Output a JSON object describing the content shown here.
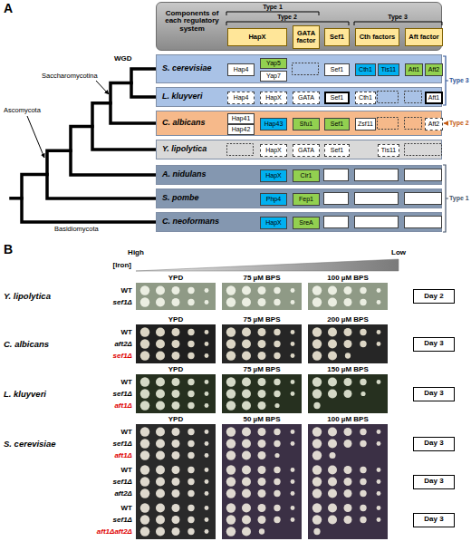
{
  "diagram": {
    "nodes": [
      {
        "text": [
          "Components of each regulatory system"
        ]
      },
      {
        "text": [
          "HapX"
        ],
        "in": 0
      },
      {
        "text": [
          "GATA factor"
        ],
        "in": 0
      },
      {
        "text": [
          "Sef1"
        ],
        "in": 0
      },
      {
        "text": [
          "Cth factors"
        ],
        "in": 0
      },
      {
        "text": [
          "Aft factor"
        ],
        "in": 0
      },
      {
        "text": [
          "S. cerevisiae"
        ]
      },
      {
        "text": [
          "Hap4"
        ],
        "in": 6
      },
      {
        "text": [
          "Yap5"
        ],
        "in": 6
      },
      {
        "text": [
          "Yap7"
        ],
        "in": 6
      },
      {
        "text": [
          "Sef1"
        ],
        "in": 6
      },
      {
        "text": [
          "Cth1"
        ],
        "in": 6
      },
      {
        "text": [
          "Tis11"
        ],
        "in": 6
      },
      {
        "text": [
          "Aft1"
        ],
        "in": 6
      },
      {
        "text": [
          "Aft2"
        ],
        "in": 6
      },
      {
        "text": [
          "L. kluyveri"
        ]
      },
      {
        "text": [
          "Hap4"
        ],
        "in": 15
      },
      {
        "text": [
          "HapX"
        ],
        "in": 15
      },
      {
        "text": [
          "GATA"
        ],
        "in": 15
      },
      {
        "text": [
          "Sef1"
        ],
        "in": 15
      },
      {
        "text": [
          "Cth1"
        ],
        "in": 15
      },
      {
        "text": [
          "Aft1"
        ],
        "in": 15
      },
      {
        "text": [
          "C. albicans"
        ]
      },
      {
        "text": [
          "Hap41"
        ],
        "in": 22
      },
      {
        "text": [
          "Hap42"
        ],
        "in": 22
      },
      {
        "text": [
          "Hap43"
        ],
        "in": 22
      },
      {
        "text": [
          "Sfu1"
        ],
        "in": 22
      },
      {
        "text": [
          "Sef1"
        ],
        "in": 22
      },
      {
        "text": [
          "Zsf11"
        ],
        "in": 22
      },
      {
        "text": [
          "Aft2"
        ],
        "in": 22
      },
      {
        "text": [
          "Y. lipolytica"
        ]
      },
      {
        "text": [
          "HapX"
        ],
        "in": 30
      },
      {
        "text": [
          "GATA"
        ],
        "in": 30
      },
      {
        "text": [
          "Sef1"
        ],
        "in": 30
      },
      {
        "text": [
          "Tis11"
        ],
        "in": 30
      },
      {
        "text": [
          "A. nidulans"
        ]
      },
      {
        "text": [
          "HapX"
        ],
        "in": 35
      },
      {
        "text": [
          "Cir1"
        ],
        "in": 35
      },
      {
        "text": [
          "S. pombe"
        ]
      },
      {
        "text": [
          "Php4"
        ],
        "in": 38
      },
      {
        "text": [
          "Fep1"
        ],
        "in": 38
      },
      {
        "text": [
          "C. neoformans"
        ]
      },
      {
        "text": [
          "HapX"
        ],
        "in": 41
      },
      {
        "text": [
          "SreA"
        ],
        "in": 41
      },
      {
        "text": [
          "Day 2"
        ]
      },
      {
        "text": [
          "Day 3"
        ]
      },
      {
        "text": [
          "Day 3"
        ]
      },
      {
        "text": [
          "Day 3"
        ]
      },
      {
        "text": [
          "Day 3"
        ]
      },
      {
        "text": [
          "Day 3"
        ]
      }
    ],
    "labels": [
      "A",
      "Type 1",
      "Type 2",
      "Type 3",
      "WGD",
      "Saccharomycotina",
      "Ascomycota",
      "Basidiomycota",
      "Type 3",
      "Type 2",
      "Type 1",
      "B",
      "High",
      "Low",
      "[Iron]",
      "Y. lipolytica",
      "YPD",
      "75 µM BPS",
      "100 µM BPS",
      "WT",
      "sef1Δ",
      "C. albicans",
      "YPD",
      "75 µM BPS",
      "200 µM BPS",
      "WT",
      "aft2Δ",
      "sef1Δ",
      "L. kluyveri",
      "YPD",
      "75 µM BPS",
      "150 µM BPS",
      "WT",
      "sef1Δ",
      "aft1Δ",
      "S. cerevisiae",
      "YPD",
      "50 µM BPS",
      "100 µM BPS",
      "WT",
      "sef1Δ",
      "aft1Δ",
      "WT",
      "sef1Δ",
      "aft2Δ",
      "WT",
      "sef1Δ",
      "aft1Δaft2Δ"
    ]
  }
}
